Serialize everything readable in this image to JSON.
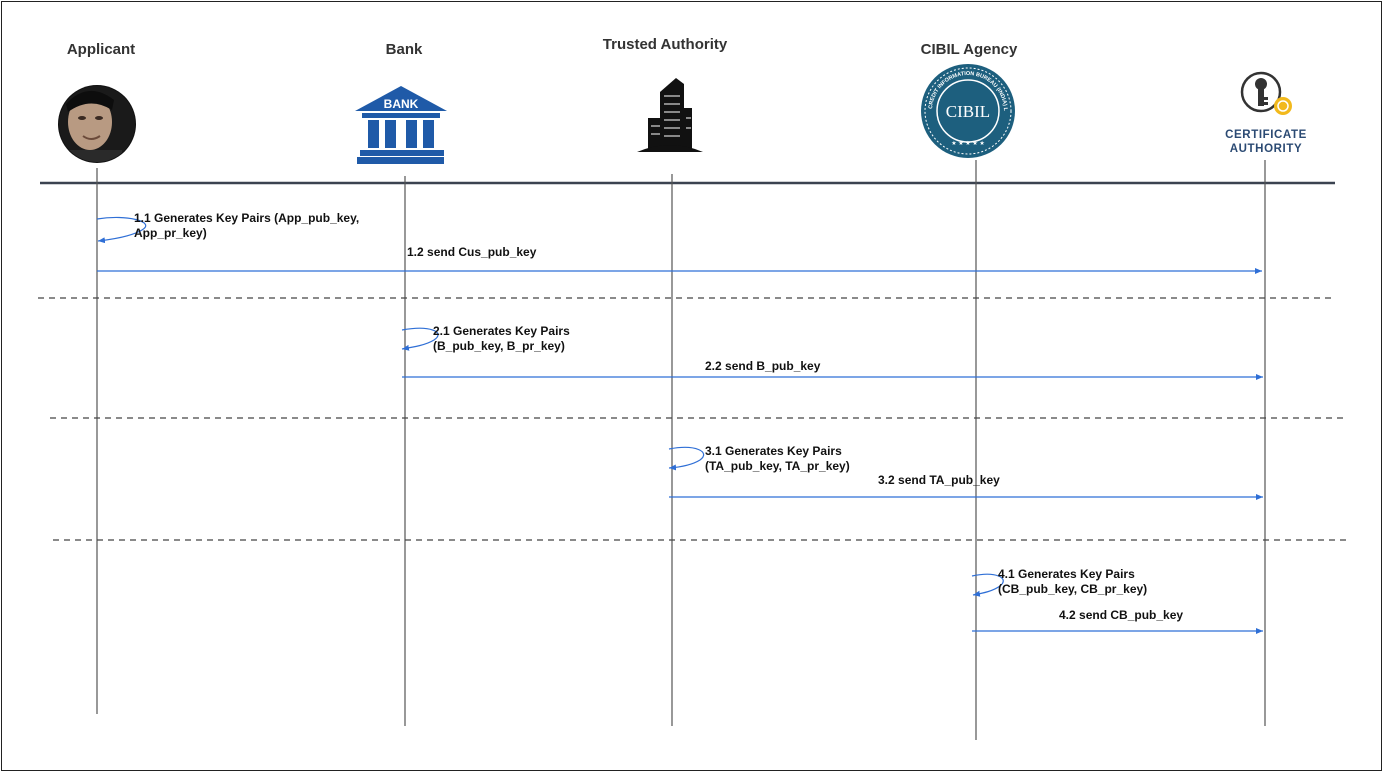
{
  "actors": [
    {
      "key": "applicant",
      "label": "Applicant"
    },
    {
      "key": "bank",
      "label": "Bank"
    },
    {
      "key": "trusted_authority",
      "label": "Trusted Authority"
    },
    {
      "key": "cibil",
      "label": "CIBIL Agency"
    },
    {
      "key": "ca",
      "label": ""
    }
  ],
  "icons": {
    "applicant": "person-photo-icon",
    "bank": "bank-building-icon",
    "bank_text": "BANK",
    "trusted_authority": "skyscraper-icon",
    "cibil": "cibil-seal-icon",
    "cibil_text": "CIBIL",
    "cibil_ring_text": "CREDIT INFORMATION BUREAU (INDIA) LIMITED",
    "ca": "key-certificate-icon",
    "ca_line1": "CERTIFICATE",
    "ca_line2": "AUTHORITY"
  },
  "colors": {
    "arrow": "#2f6fd6",
    "lifeline": "#555555",
    "bank_blue": "#1f5aa8",
    "cibil_teal": "#1d5f7e",
    "ca_text": "#2b4a73"
  },
  "messages": {
    "m1_1_line1": "1.1 Generates Key Pairs (App_pub_key,",
    "m1_1_line2": "App_pr_key)",
    "m1_2": "1.2 send  Cus_pub_key",
    "m2_1_line1": "2.1 Generates Key Pairs",
    "m2_1_line2": "(B_pub_key, B_pr_key)",
    "m2_2": "2.2 send B_pub_key",
    "m3_1_line1": "3.1 Generates Key Pairs",
    "m3_1_line2": "(TA_pub_key, TA_pr_key)",
    "m3_2": "3.2 send TA_pub_key",
    "m4_1_line1": "4.1 Generates Key Pairs",
    "m4_1_line2": "(CB_pub_key, CB_pr_key)",
    "m4_2": "4.2 send CB_pub_key"
  }
}
